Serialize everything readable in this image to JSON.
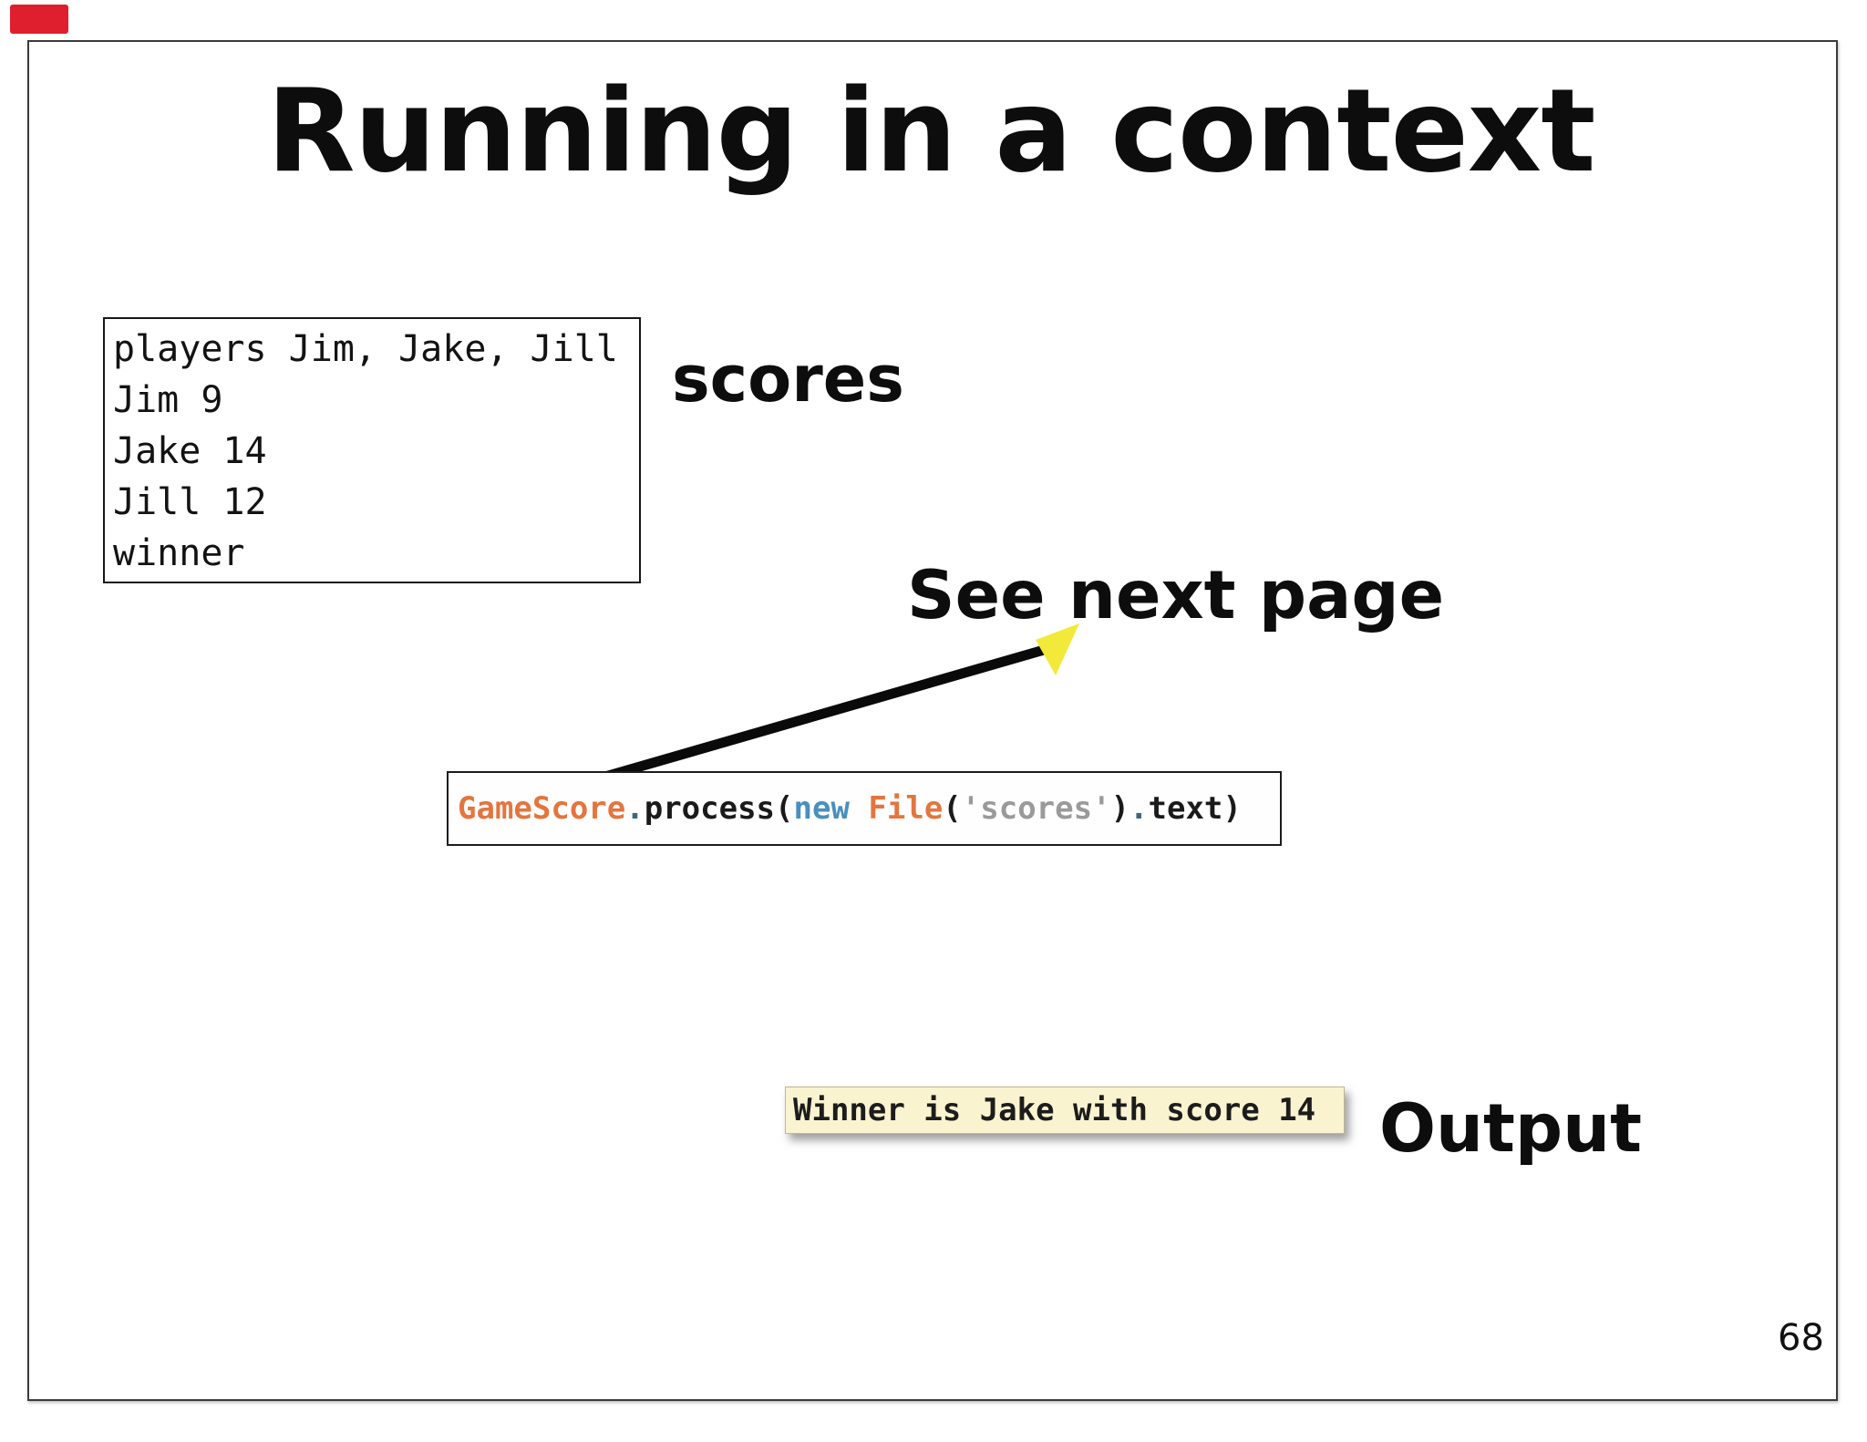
{
  "slide": {
    "title": "Running in a context",
    "page_number": "68"
  },
  "scores_file": {
    "label": "scores",
    "lines": [
      "players Jim, Jake, Jill",
      "Jim 9",
      "Jake 14",
      "Jill 12",
      "winner"
    ]
  },
  "annotation": {
    "text": "See next page"
  },
  "code": {
    "tokens": [
      {
        "text": "GameScore",
        "style": "orange"
      },
      {
        "text": ".",
        "style": "dot"
      },
      {
        "text": "process",
        "style": "plain"
      },
      {
        "text": "(",
        "style": "plain"
      },
      {
        "text": "new",
        "style": "keyword"
      },
      {
        "text": " ",
        "style": "plain"
      },
      {
        "text": "File",
        "style": "orange"
      },
      {
        "text": "(",
        "style": "plain"
      },
      {
        "text": "'scores'",
        "style": "string"
      },
      {
        "text": ")",
        "style": "plain"
      },
      {
        "text": ".",
        "style": "dot"
      },
      {
        "text": "text",
        "style": "plain"
      },
      {
        "text": ")",
        "style": "plain"
      }
    ]
  },
  "output": {
    "text": "Winner is Jake with score 14",
    "label": "Output"
  },
  "colors": {
    "class_name_orange": "#e4753f",
    "keyword_blue": "#4a8fbe",
    "string_gray": "#9a9a9a",
    "dot_blue": "#3c6880",
    "output_background": "#f9f3d0",
    "arrowhead_yellow": "#f2e93a",
    "marker_red": "#df1f2d"
  }
}
